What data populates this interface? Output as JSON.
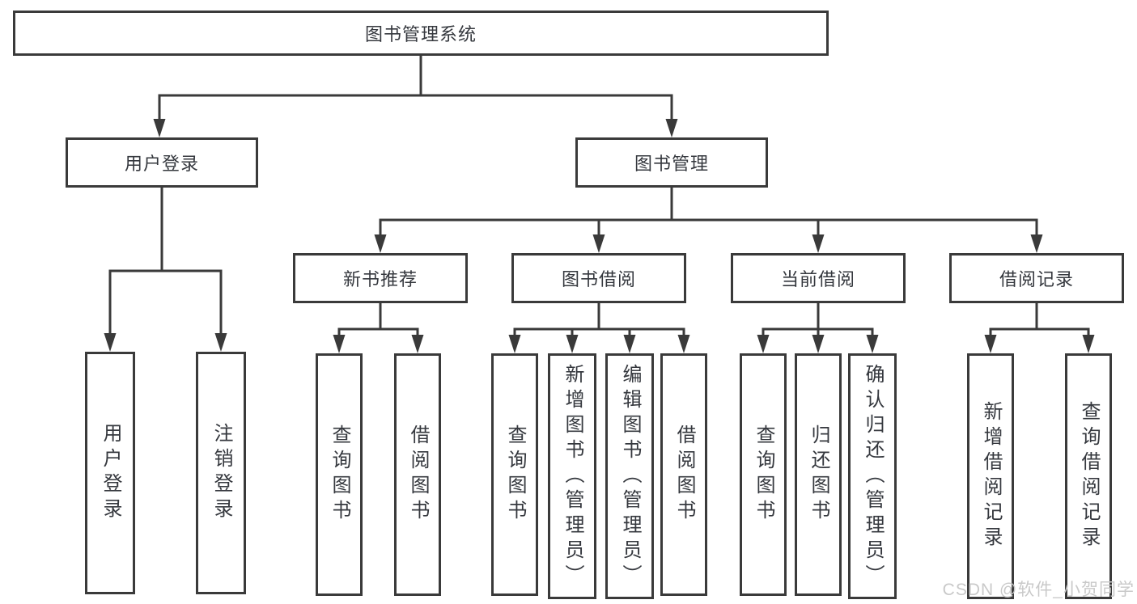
{
  "tree": {
    "root": {
      "label": "图书管理系统"
    },
    "children": [
      {
        "label": "用户登录",
        "leaves": [
          "用户登录",
          "注销登录"
        ]
      },
      {
        "label": "图书管理",
        "children": [
          {
            "label": "新书推荐",
            "leaves": [
              "查询图书",
              "借阅图书"
            ]
          },
          {
            "label": "图书借阅",
            "leaves": [
              "查询图书",
              "新增图书（管理员）",
              "编辑图书（管理员）",
              "借阅图书"
            ]
          },
          {
            "label": "当前借阅",
            "leaves": [
              "查询图书",
              "归还图书",
              "确认归还（管理员）"
            ]
          },
          {
            "label": "借阅记录",
            "leaves": [
              "新增借阅记录",
              "查询借阅记录"
            ]
          }
        ]
      }
    ]
  },
  "watermark": {
    "text": "CSDN @软件_小贺同学"
  },
  "colors": {
    "line": "#3a3a3a",
    "text": "#35383e",
    "watermark": "#c9c9c9",
    "background": "#ffffff"
  }
}
